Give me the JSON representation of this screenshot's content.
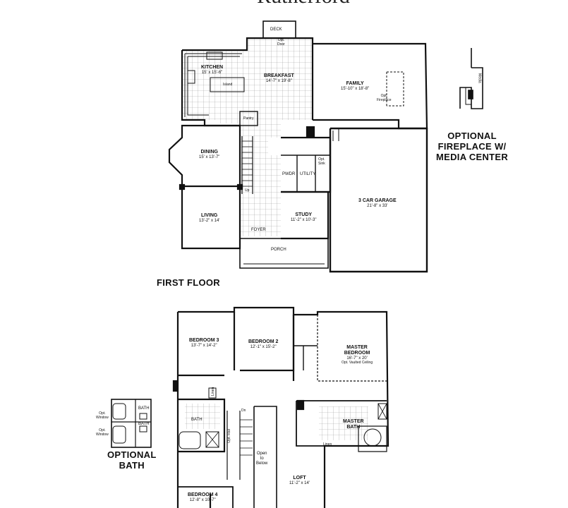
{
  "title": "Rutherford",
  "headings": {
    "first_floor": "FIRST FLOOR",
    "optional_fireplace": [
      "OPTIONAL",
      "FIREPLACE W/",
      "MEDIA CENTER"
    ],
    "optional_bath": [
      "OPTIONAL",
      "BATH"
    ]
  },
  "first_floor_rooms": {
    "deck": "DECK",
    "kitchen": {
      "name": "KITCHEN",
      "dims": "15' x 15'-6\""
    },
    "island": "Island",
    "breakfast": {
      "name": "BREAKFAST",
      "dims": "14'-7\" x 19'-8\""
    },
    "family": {
      "name": "FAMILY",
      "dims": "15'-10\" x 18'-8\""
    },
    "opt_fireplace": [
      "Opt.",
      "Fireplace"
    ],
    "opt_door": [
      "Opt.",
      "Door"
    ],
    "pantry": "Pantry",
    "dining": {
      "name": "DINING",
      "dims": "15' x 13'-7\""
    },
    "pwdr": "PWDR",
    "utility": "UTILITY",
    "opt_sink": [
      "Opt.",
      "Sink"
    ],
    "garage": {
      "name": "3 CAR GARAGE",
      "dims": "21'-8\" x 33'"
    },
    "living": {
      "name": "LIVING",
      "dims": "13'-2\" x 14'"
    },
    "study": {
      "name": "STUDY",
      "dims": "11'-2\" x 10'-3\""
    },
    "foyer": "FOYER",
    "porch": "PORCH",
    "up": "Up",
    "media": "Media"
  },
  "second_floor_rooms": {
    "bedroom3": {
      "name": "BEDROOM 3",
      "dims": "13'-7\" x 14'-2\""
    },
    "bedroom2": {
      "name": "BEDROOM 2",
      "dims": "12'-1\" x 15'-2\""
    },
    "master_bedroom": {
      "name": [
        "MASTER",
        "BEDROOM"
      ],
      "dims": "16'-7\" x 20'",
      "note": "Opt. Vaulted Ceiling"
    },
    "bath": "BATH",
    "linen": "Linen",
    "master_bath": {
      "name": [
        "MASTER",
        "BATH"
      ]
    },
    "linen_master": "Linen",
    "dn": "Dn",
    "opt_rail": "Opt. Rail",
    "open_to_below": [
      "Open",
      "to",
      "Below"
    ],
    "loft": {
      "name": "LOFT",
      "dims": "11'-2\" x 14'"
    },
    "bedroom4": {
      "name": "BEDROOM 4",
      "dims": "12'-8\" x 10'-7\""
    }
  },
  "optional_bath_labels": {
    "bath_top": "BATH",
    "bath_bottom": "BATH",
    "opt_window_top": [
      "Opt.",
      "Window"
    ],
    "opt_window_bottom": [
      "Opt.",
      "Window"
    ]
  },
  "colors": {
    "wall": "#111111",
    "grid": "#9a9a9a",
    "background": "#ffffff"
  }
}
